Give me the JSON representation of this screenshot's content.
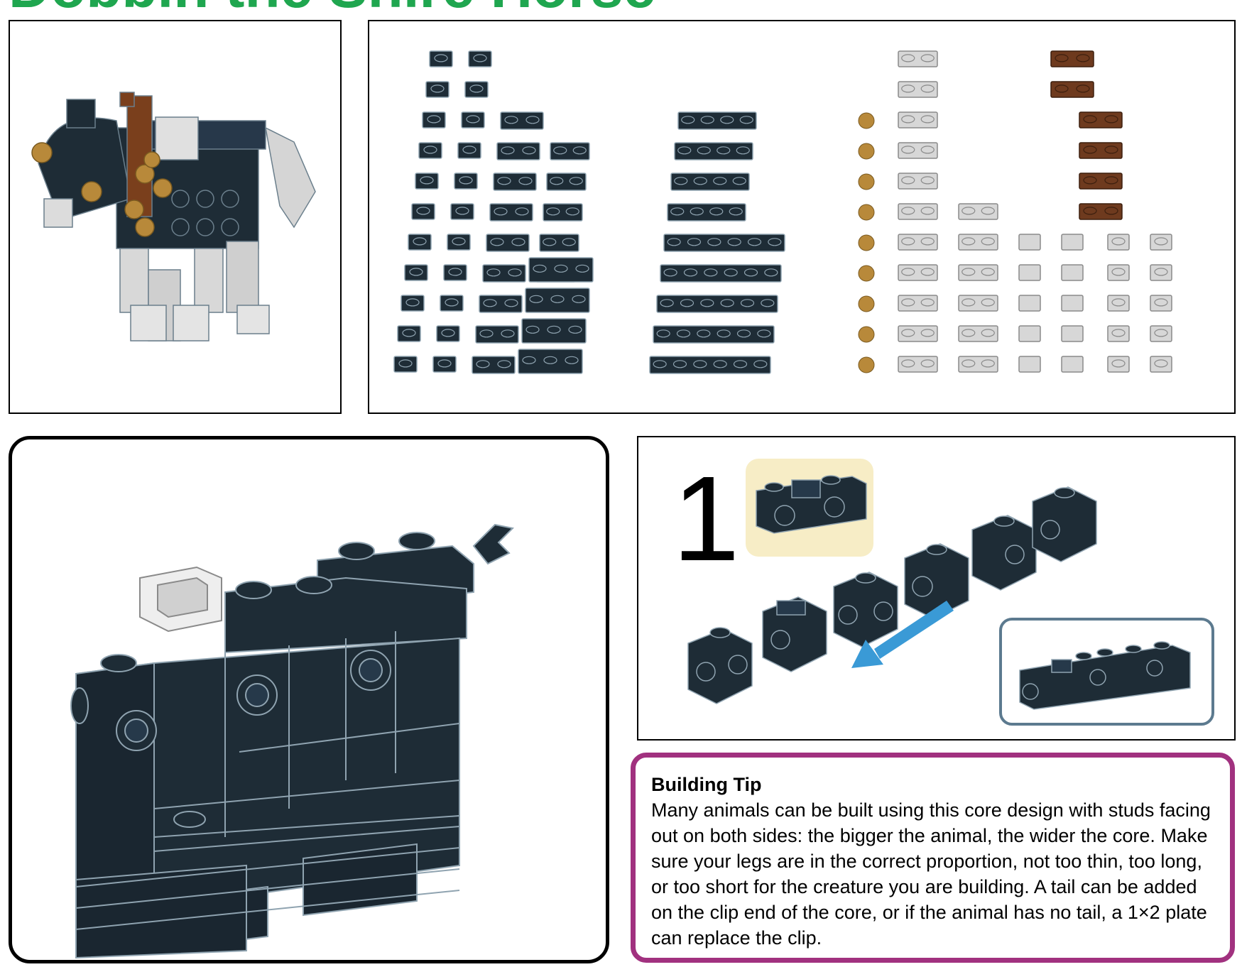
{
  "header": {
    "title": "Dobbin the Shire Horse"
  },
  "parts_panel": {
    "columns": [
      "dark",
      "tan",
      "light-gray",
      "brown"
    ]
  },
  "step": {
    "number": "1"
  },
  "tip": {
    "title": "Building Tip",
    "body": "Many animals can be built using this core design with studs facing out on both sides: the bigger the animal, the wider the core. Make sure your legs are in the correct proportion, not too thin, too long, or too short for the creature you are building. A tail can be added on the clip end of the core, or if the animal has no tail, a 1×2 plate can replace the clip."
  },
  "colors": {
    "title_green": "#1fa64f",
    "brick_dark": "#1e2c36",
    "brick_gray": "#d7d7d7",
    "brick_tan": "#b8893a",
    "brick_brown": "#6e3a1e",
    "tip_border": "#a1317f",
    "preview_bg": "#f7edc6",
    "arrow_blue": "#3a9ad6",
    "result_border": "#5c7a8f"
  }
}
